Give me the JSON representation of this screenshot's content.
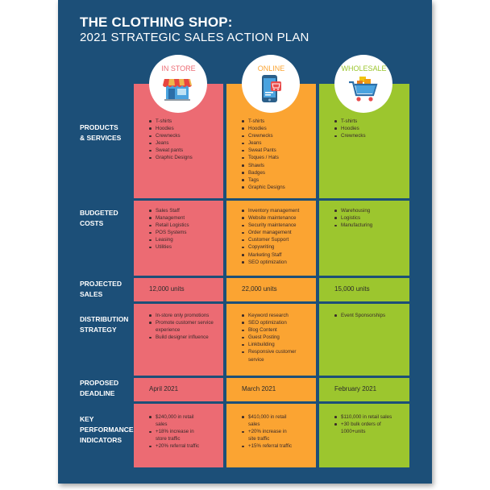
{
  "header": {
    "title": "THE CLOTHING SHOP:",
    "subtitle": "2021 STRATEGIC SALES ACTION PLAN"
  },
  "colors": {
    "background": "#1c4f78",
    "in_store": "#ec6b73",
    "online": "#fba432",
    "wholesale": "#9cc62e"
  },
  "columns": [
    {
      "label": "IN STORE",
      "icon": "storefront-icon",
      "label_color": "#ec6b73"
    },
    {
      "label": "ONLINE",
      "icon": "mobile-shopping-icon",
      "label_color": "#fba432"
    },
    {
      "label": "WHOLESALE",
      "icon": "shopping-cart-icon",
      "label_color": "#9cc62e"
    }
  ],
  "rows": {
    "products": {
      "label": "PRODUCTS\n& SERVICES",
      "in_store": [
        "T-shirts",
        "Hoodies",
        "Crewnecks",
        "Jeans",
        "Sweat pants",
        "Graphic Designs"
      ],
      "online": [
        "T-shirts",
        "Hoodies",
        "Crewnecks",
        "Jeans",
        "Sweat Pants",
        "Toques / Hats",
        "Shawls",
        "Badges",
        "Tags",
        "Graphic Designs"
      ],
      "wholesale": [
        "T-shirts",
        "Hoodies",
        "Crewnecks"
      ]
    },
    "costs": {
      "label": "BUDGETED\nCOSTS",
      "in_store": [
        "Sales Staff",
        "Management",
        "Retail Logistics",
        "POS Systems",
        "Leasing",
        "Utilities"
      ],
      "online": [
        "Inventory management",
        "Website maintenance",
        "Security maintenance",
        "Order management",
        "Customer Support",
        "Copywriting",
        "Marketing Staff",
        "SEO optimization"
      ],
      "wholesale": [
        "Warehousing",
        "Logistics",
        "Manufacturing"
      ]
    },
    "sales": {
      "label": "PROJECTED\nSALES",
      "in_store": "12,000 units",
      "online": "22,000 units",
      "wholesale": "15,000 units"
    },
    "distribution": {
      "label": "DISTRIBUTION\nSTRATEGY",
      "in_store": [
        "In-store only promotions",
        "Promote customer service experience",
        "Build designer influence"
      ],
      "online": [
        "Keyword research",
        "SEO optimization",
        "Blog Content",
        "Guest Posting",
        "Linkbuilding",
        "Responsive customer service"
      ],
      "wholesale": [
        "Event Sponsorships"
      ]
    },
    "deadline": {
      "label": "PROPOSED\nDEADLINE",
      "in_store": "April 2021",
      "online": "March 2021",
      "wholesale": "February 2021"
    },
    "kpi": {
      "label": "KEY\nPERFORMANCE\nINDICATORS",
      "in_store": [
        "$240,000 in retail sales",
        "+18% increase in store traffic",
        "+20% referral traffic"
      ],
      "online": [
        "$410,000 in retail sales",
        "+20% increase in site traffic",
        "+15% referral traffic"
      ],
      "wholesale": [
        "$110,000 in retail sales",
        "+30 bulk orders of 1000+units"
      ]
    }
  }
}
